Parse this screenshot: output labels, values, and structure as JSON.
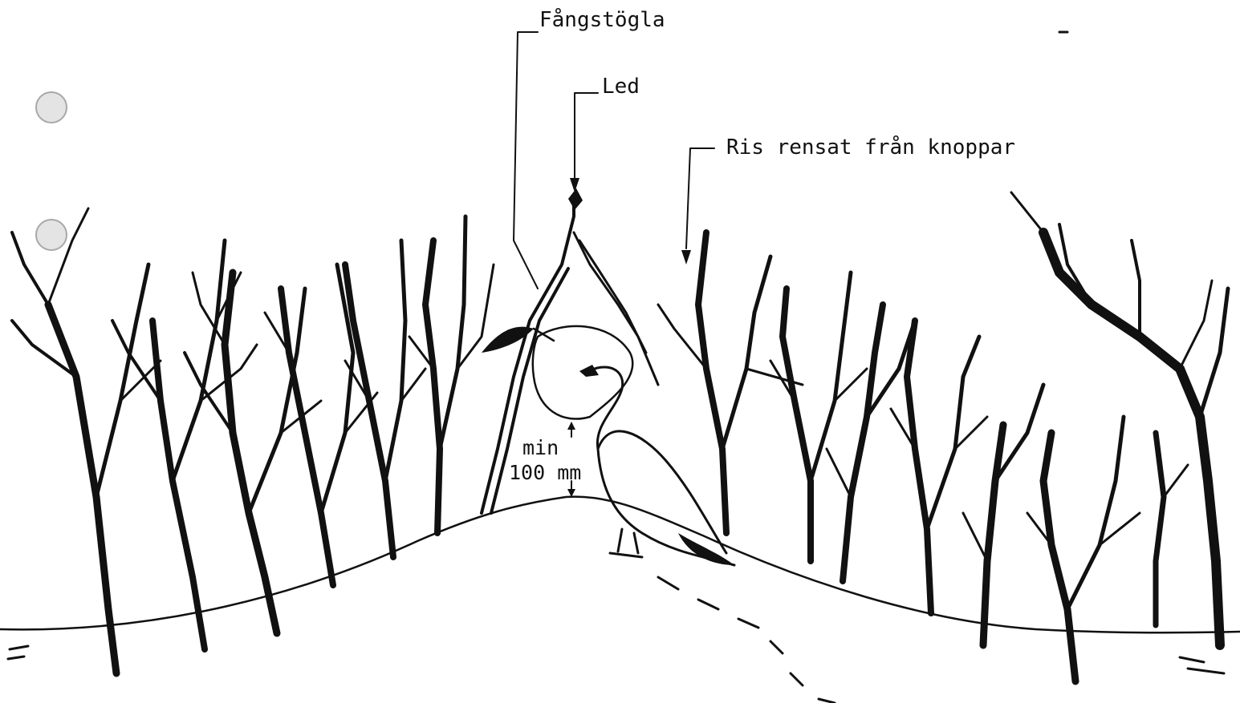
{
  "labels": {
    "snare": "Fångstögla",
    "joint": "Led",
    "twigs": "Ris rensat från knoppar",
    "min": "min",
    "distance": "100 mm"
  },
  "colors": {
    "ink": "#111111",
    "paper": "#ffffff",
    "punch_hole": "#e4e4e4"
  },
  "icons": [
    "punch-hole-icon",
    "tree-icon",
    "bird-icon",
    "snare-loop-icon",
    "forked-stick-icon"
  ]
}
